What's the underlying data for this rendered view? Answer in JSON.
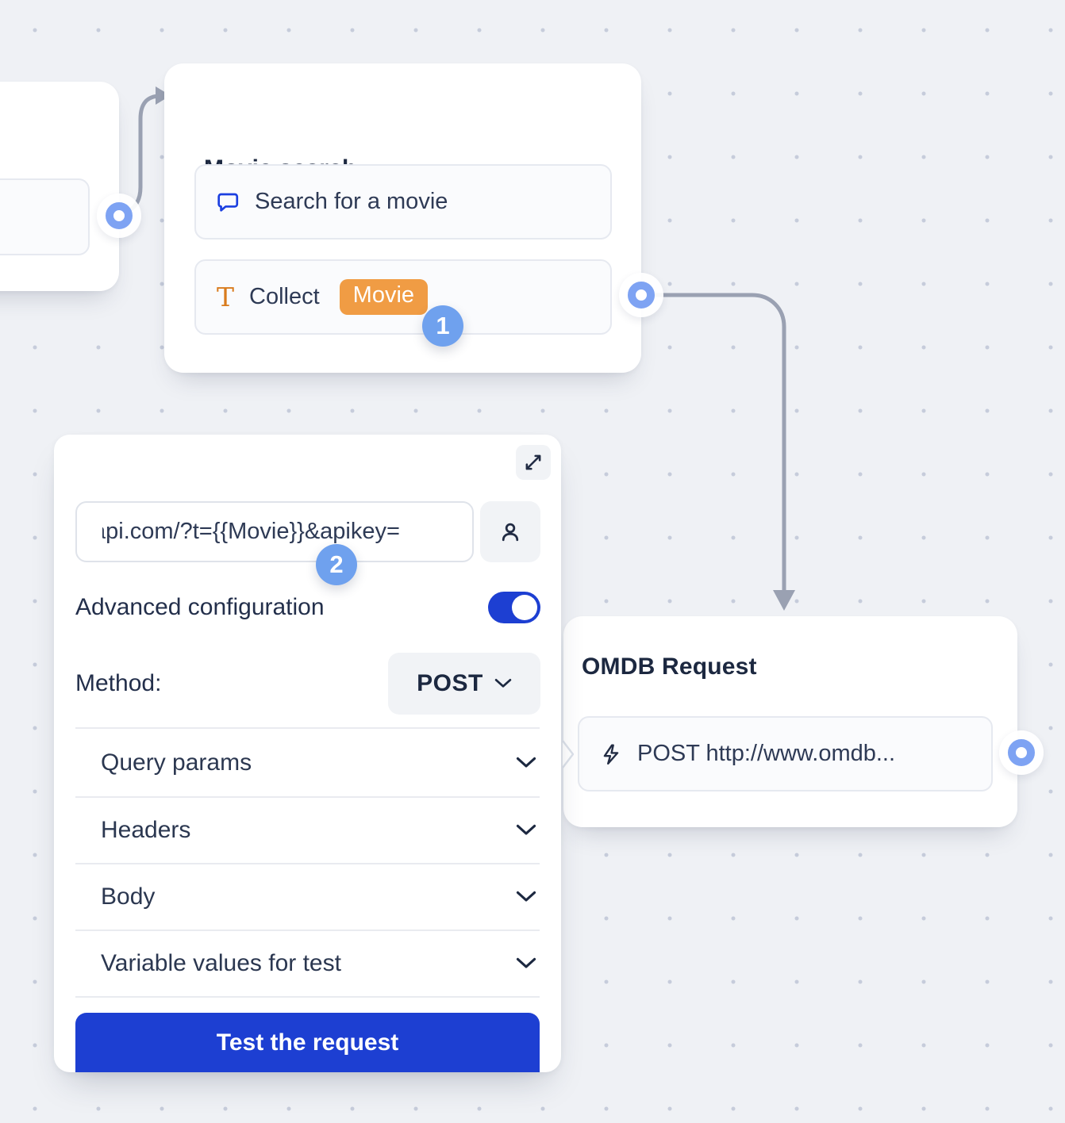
{
  "canvas": {
    "background_color": "#eff1f5",
    "dot_color": "#c6ccdb",
    "connector_color": "#9aa1b2"
  },
  "colors": {
    "accent_blue": "#1d3fd2",
    "step_badge_blue": "#6fa1ee",
    "port_ring_blue": "#7ea3f3",
    "orange_chip": "#f09c44",
    "orange_icon": "#d97b1d",
    "title_text": "#1c2840",
    "body_text": "#2e3a55"
  },
  "nodes": {
    "movie_search": {
      "title": "Movie search",
      "items": [
        {
          "icon": "chat-bubble-icon",
          "label": "Search for a movie"
        },
        {
          "icon": "text-input-icon",
          "label": "Collect",
          "variable_chip": "Movie"
        }
      ]
    },
    "omdb_request": {
      "title": "OMDB Request",
      "items": [
        {
          "icon": "lightning-icon",
          "label": "POST http://www.omdb..."
        }
      ]
    }
  },
  "panel": {
    "url_input": {
      "value": "api.com/?t={{Movie}}&apikey="
    },
    "advanced_configuration_label": "Advanced configuration",
    "advanced_configuration_enabled": true,
    "method_label": "Method:",
    "method_value": "POST",
    "sections": [
      {
        "label": "Query params"
      },
      {
        "label": "Headers"
      },
      {
        "label": "Body"
      },
      {
        "label": "Variable values for test"
      }
    ],
    "test_button_label": "Test the request"
  },
  "step_badges": {
    "first": "1",
    "second": "2"
  }
}
